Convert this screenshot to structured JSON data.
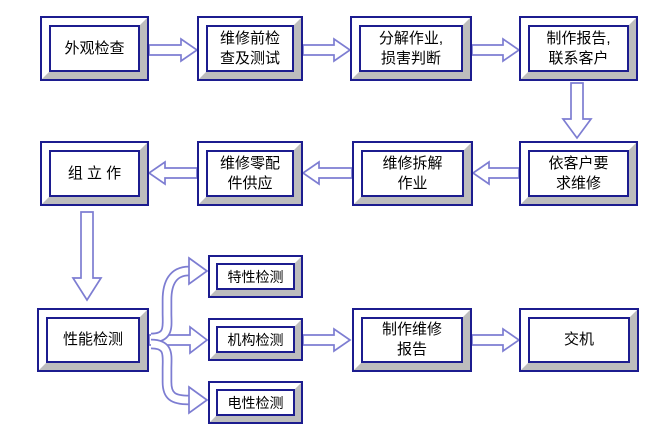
{
  "diagram": {
    "type": "flowchart",
    "colors": {
      "box_border": "#1c1c8f",
      "bevel_shadow": "#bdbdbd",
      "bevel_light": "#ffffff",
      "arrow_outline": "#7d7dd2",
      "arrow_fill": "#ffffff",
      "text": "#000000",
      "background": "#ffffff"
    },
    "nodes": [
      {
        "id": "appearance-inspection",
        "label": "外观检查"
      },
      {
        "id": "pre-repair-check",
        "label": "维修前检\n查及测试"
      },
      {
        "id": "disassembly-damage-judgment",
        "label": "分解作业,\n损害判断"
      },
      {
        "id": "make-report-contact-customer",
        "label": "制作报告,\n联系客户"
      },
      {
        "id": "repair-per-customer-request",
        "label": "依客户要\n求维修"
      },
      {
        "id": "repair-disassembly-work",
        "label": "维修拆解\n作业"
      },
      {
        "id": "repair-parts-supply",
        "label": "维修零配\n件供应"
      },
      {
        "id": "assembly-work",
        "label": "组 立 作"
      },
      {
        "id": "performance-test",
        "label": "性能检测"
      },
      {
        "id": "characteristic-test",
        "label": "特性检测"
      },
      {
        "id": "mechanism-test",
        "label": "机构检测"
      },
      {
        "id": "electrical-test",
        "label": "电性检测"
      },
      {
        "id": "make-repair-report",
        "label": "制作维修\n报告"
      },
      {
        "id": "delivery",
        "label": "交机"
      }
    ]
  }
}
